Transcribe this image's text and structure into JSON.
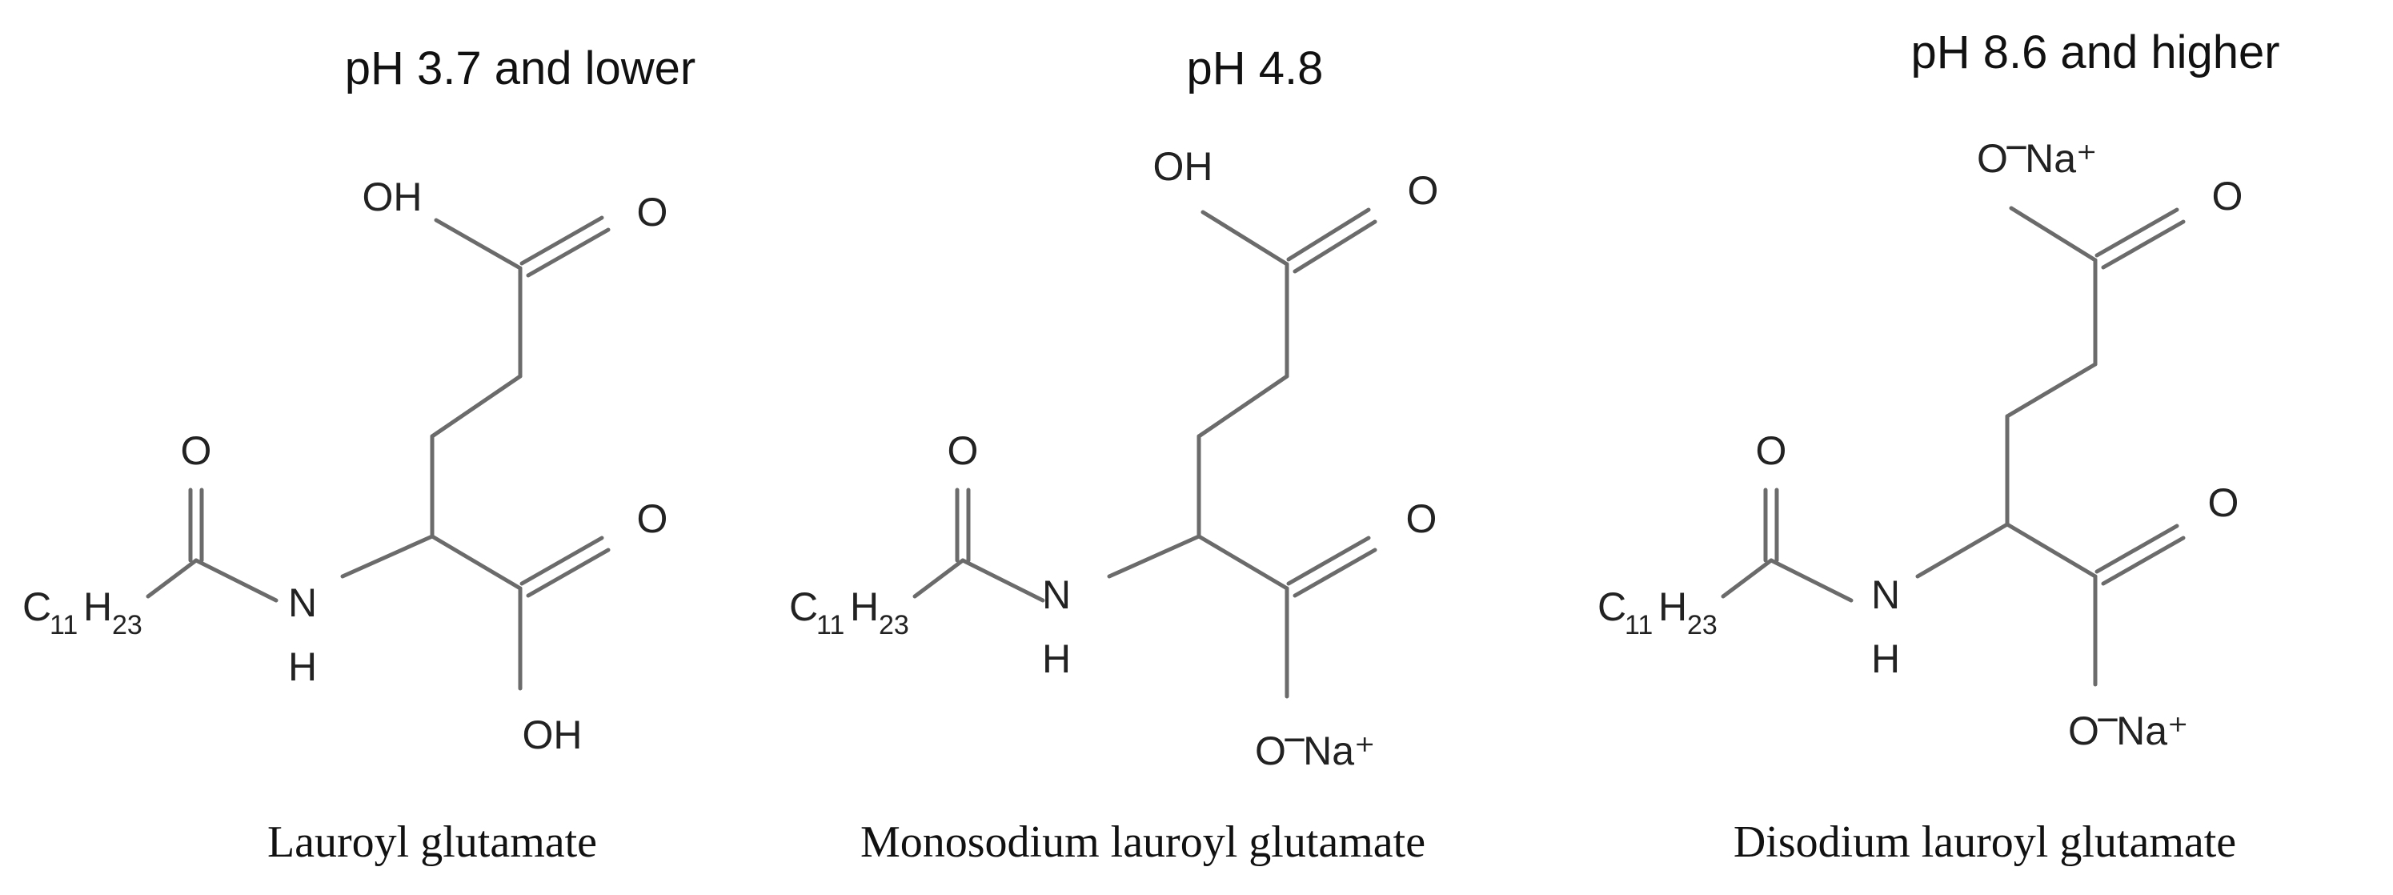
{
  "panels": [
    {
      "ph_label": "pH 3.7 and lower",
      "compound_name": "Lauroyl glutamate",
      "top_group": {
        "main": "OH",
        "charge": "",
        "counter": ""
      },
      "bottom_group": {
        "main": "OH",
        "charge": "",
        "counter": ""
      }
    },
    {
      "ph_label": "pH 4.8",
      "compound_name": "Monosodium lauroyl glutamate",
      "top_group": {
        "main": "OH",
        "charge": "",
        "counter": ""
      },
      "bottom_group": {
        "main": "O",
        "charge": "−",
        "counter": "Na⁺"
      }
    },
    {
      "ph_label": "pH 8.6 and higher",
      "compound_name": "Disodium lauroyl glutamate",
      "top_group": {
        "main": "O",
        "charge": "−",
        "counter": "Na⁺"
      },
      "bottom_group": {
        "main": "O",
        "charge": "−",
        "counter": "Na⁺"
      }
    }
  ],
  "atoms": {
    "carbonyl_o": "O",
    "alkyl_c": "C",
    "alkyl_c_sub": "11",
    "alkyl_h": "H",
    "alkyl_h_sub": "23",
    "nitrogen": "N",
    "amide_h": "H"
  }
}
